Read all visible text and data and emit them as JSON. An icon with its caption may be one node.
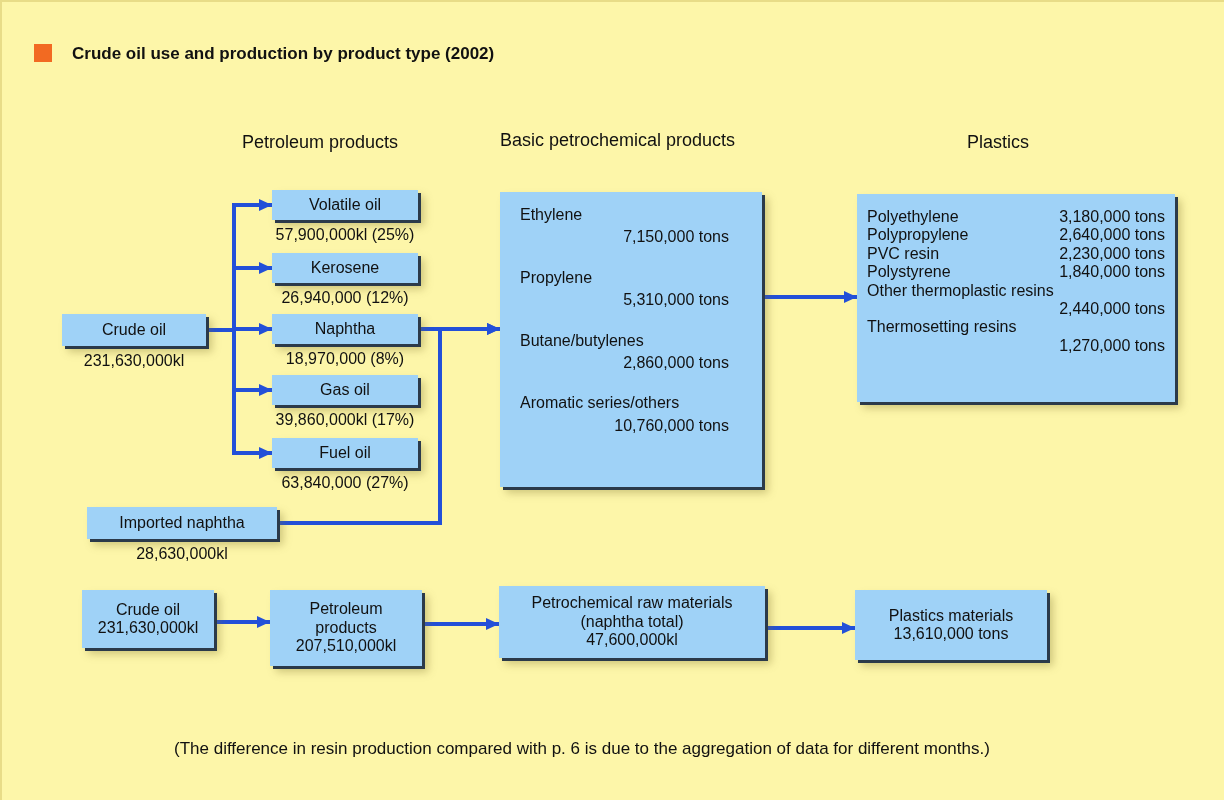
{
  "diagram": {
    "title": "Crude oil use and production by product type (2002)",
    "caption": "(The difference in resin production compared with p. 6 is due to the aggregation of data for different months.)",
    "nodes": [
      {
        "text": [
          "Crude oil"
        ],
        "beside": [
          "231,630,000kl"
        ]
      },
      {
        "text": [
          "Volatile oil"
        ],
        "beside": [
          "57,900,000kl (25%)"
        ]
      },
      {
        "text": [
          "Kerosene"
        ],
        "beside": [
          "26,940,000 (12%)"
        ]
      },
      {
        "text": [
          "Naphtha"
        ],
        "beside": [
          "18,970,000 (8%)"
        ]
      },
      {
        "text": [
          "Gas oil"
        ],
        "beside": [
          "39,860,000kl (17%)"
        ]
      },
      {
        "text": [
          "Fuel oil"
        ],
        "beside": [
          "63,840,000 (27%)"
        ]
      },
      {
        "text": [
          "Imported naphtha"
        ],
        "beside": [
          "28,630,000kl"
        ]
      },
      {
        "text": [
          "Ethylene",
          "7,150,000 tons",
          "Propylene",
          "5,310,000 tons",
          "Butane/butylenes",
          "2,860,000 tons",
          "Aromatic series/others",
          "10,760,000 tons"
        ]
      },
      {
        "text": [
          "Polyethylene",
          "3,180,000 tons",
          "Polypropylene",
          "2,640,000 tons",
          "PVC resin",
          "2,230,000 tons",
          "Polystyrene",
          "1,840,000 tons",
          "Other thermoplastic resins",
          "2,440,000 tons",
          "Thermosetting resins",
          "1,270,000 tons"
        ]
      },
      {
        "text": [
          "Crude oil",
          "231,630,000kl"
        ]
      },
      {
        "text": [
          "Petroleum products",
          "207,510,000kl"
        ]
      },
      {
        "text": [
          "Petrochemical raw materials (naphtha total)",
          "47,600,000kl"
        ]
      },
      {
        "text": [
          "Plastics materials",
          "13,610,000 tons"
        ]
      }
    ],
    "edges": [
      {
        "from": 0,
        "to": 1,
        "arrow": "to"
      },
      {
        "from": 0,
        "to": 2,
        "arrow": "to"
      },
      {
        "from": 0,
        "to": 3,
        "arrow": "to"
      },
      {
        "from": 0,
        "to": 4,
        "arrow": "to"
      },
      {
        "from": 0,
        "to": 5,
        "arrow": "to"
      },
      {
        "from": 3,
        "to": 7,
        "arrow": "to"
      },
      {
        "from": 6,
        "to": 7,
        "arrow": "to"
      },
      {
        "from": 7,
        "to": 8,
        "arrow": "to"
      },
      {
        "from": 9,
        "to": 10,
        "arrow": "to"
      },
      {
        "from": 10,
        "to": 11,
        "arrow": "to"
      },
      {
        "from": 11,
        "to": 12,
        "arrow": "to"
      }
    ],
    "labels": [
      "Petroleum products",
      "Basic petrochemical products",
      "Plastics"
    ]
  }
}
